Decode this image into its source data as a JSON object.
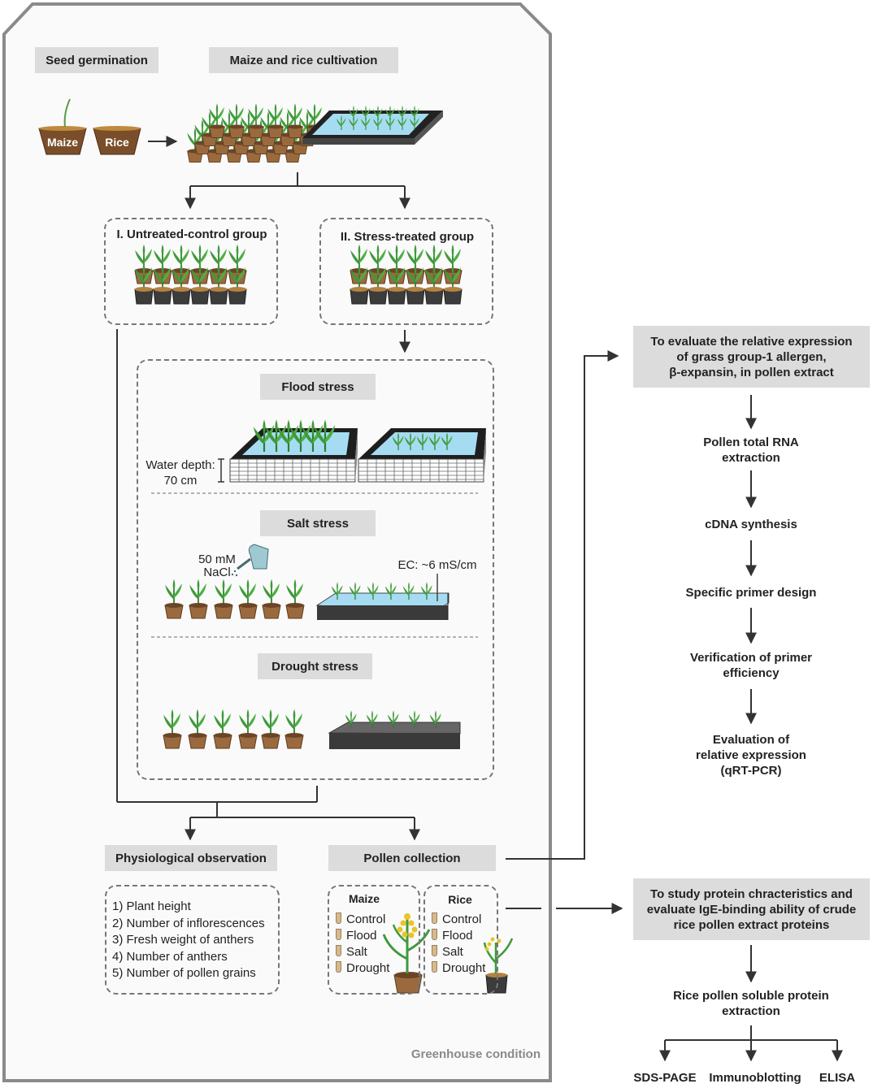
{
  "seed_germination": "Seed germination",
  "cultivation": "Maize and rice cultivation",
  "pot_maize": "Maize",
  "pot_rice": "Rice",
  "group_control": "I. Untreated-control group",
  "group_stress": "II. Stress-treated group",
  "flood_stress": "Flood stress",
  "water_depth_1": "Water depth:",
  "water_depth_2": "70 cm",
  "salt_stress": "Salt stress",
  "nacl_1": "50 mM",
  "nacl_2": "NaCl",
  "ec_label": "EC: ~6 mS/cm",
  "drought_stress": "Drought stress",
  "physio_title": "Physiological observation",
  "physio_items": [
    "1) Plant height",
    "2) Number of inflorescences",
    "3) Fresh weight of anthers",
    "4) Number of anthers",
    "5) Number of pollen grains"
  ],
  "pollen_collection": "Pollen collection",
  "maize_box": {
    "title": "Maize",
    "items": [
      "Control",
      "Flood",
      "Salt",
      "Drought"
    ]
  },
  "rice_box": {
    "title": "Rice",
    "items": [
      "Control",
      "Flood",
      "Salt",
      "Drought"
    ]
  },
  "greenhouse": "Greenhouse condition",
  "rna_box": [
    "To evaluate the relative expression",
    "of grass group-1 allergen,",
    "β-expansin, in pollen extract"
  ],
  "rna_steps": {
    "s1": [
      "Pollen total RNA",
      "extraction"
    ],
    "s2": "cDNA synthesis",
    "s3": "Specific primer design",
    "s4": [
      "Verification of primer",
      "efficiency"
    ],
    "s5": [
      "Evaluation of",
      "relative expression",
      "(qRT-PCR)"
    ]
  },
  "protein_box": [
    "To study protein chracteristics and",
    "evaluate IgE-binding ability of crude",
    "rice pollen extract proteins"
  ],
  "protein_step": [
    "Rice pollen soluble protein",
    "extraction"
  ],
  "methods": [
    "SDS-PAGE",
    "Immunoblotting",
    "ELISA"
  ],
  "colors": {
    "panel_border": "#8a8a8a",
    "label_box": "#dcdcdc",
    "leaf": "#3f9a3a",
    "pot": "#9a6a3e",
    "water": "#a6dcf2",
    "arrow": "#333333"
  }
}
